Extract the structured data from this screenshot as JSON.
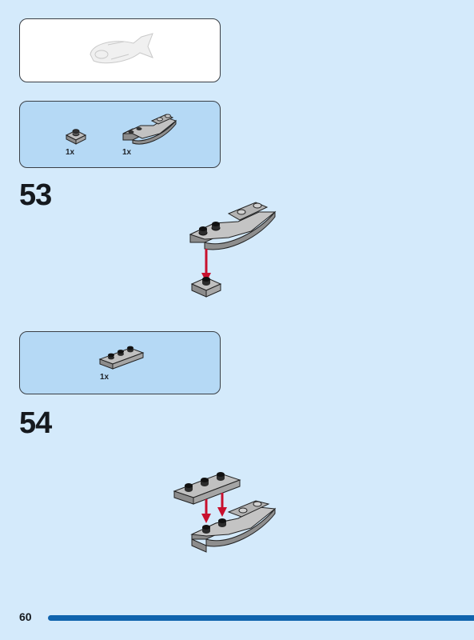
{
  "steps": [
    {
      "number": "53",
      "parts": [
        {
          "qty": "1x"
        },
        {
          "qty": "1x"
        }
      ]
    },
    {
      "number": "54",
      "parts": [
        {
          "qty": "1x"
        }
      ]
    }
  ],
  "footer": {
    "page_number": "60"
  },
  "colors": {
    "page_background": "#d4eafb",
    "parts_box": "#b5d9f5",
    "arrow": "#c8102e",
    "brick_grey": "#a3a3a3",
    "footer_bar": "#0f63ad"
  }
}
